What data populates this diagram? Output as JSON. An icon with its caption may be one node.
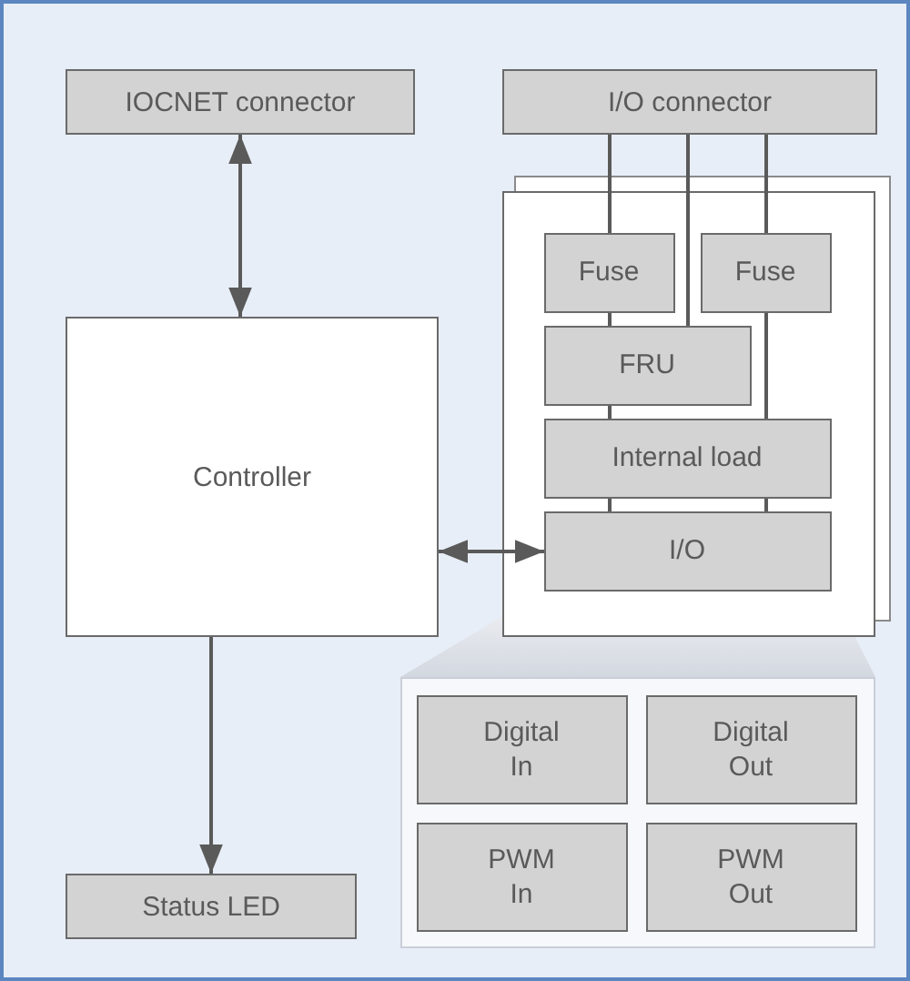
{
  "diagram": {
    "nodes": [
      {
        "text": [
          "IOCNET connector"
        ]
      },
      {
        "text": [
          "I/O connector"
        ]
      },
      {
        "text": [
          "Controller"
        ]
      },
      {
        "text": [],
        "shape": "box"
      },
      {
        "text": [
          "Fuse"
        ],
        "in": 3
      },
      {
        "text": [
          "Fuse"
        ],
        "in": 3
      },
      {
        "text": [
          "FRU"
        ],
        "in": 3
      },
      {
        "text": [
          "Internal load"
        ],
        "in": 3
      },
      {
        "text": [
          "I/O"
        ],
        "in": 3
      },
      {
        "text": [],
        "shape": "box"
      },
      {
        "text": [
          "Digital In"
        ],
        "in": 9
      },
      {
        "text": [
          "Digital Out"
        ],
        "in": 9
      },
      {
        "text": [
          "PWM In"
        ],
        "in": 9
      },
      {
        "text": [
          "PWM Out"
        ],
        "in": 9
      },
      {
        "text": [
          "Status LED"
        ]
      }
    ],
    "edges": [
      {
        "from": 0,
        "to": 2,
        "arrow": "both"
      },
      {
        "from": 2,
        "to": 14,
        "arrow": "to"
      },
      {
        "from": 2,
        "to": 8,
        "arrow": "both"
      },
      {
        "from": 1,
        "to": 4,
        "arrow": "none"
      },
      {
        "from": 1,
        "to": 6,
        "arrow": "none"
      },
      {
        "from": 1,
        "to": 5,
        "arrow": "none"
      },
      {
        "from": 4,
        "to": 6,
        "arrow": "none"
      },
      {
        "from": 6,
        "to": 7,
        "arrow": "none"
      },
      {
        "from": 5,
        "to": 7,
        "arrow": "none"
      },
      {
        "from": 7,
        "to": 8,
        "arrow": "none"
      },
      {
        "from": 7,
        "to": 8,
        "arrow": "none"
      }
    ]
  }
}
